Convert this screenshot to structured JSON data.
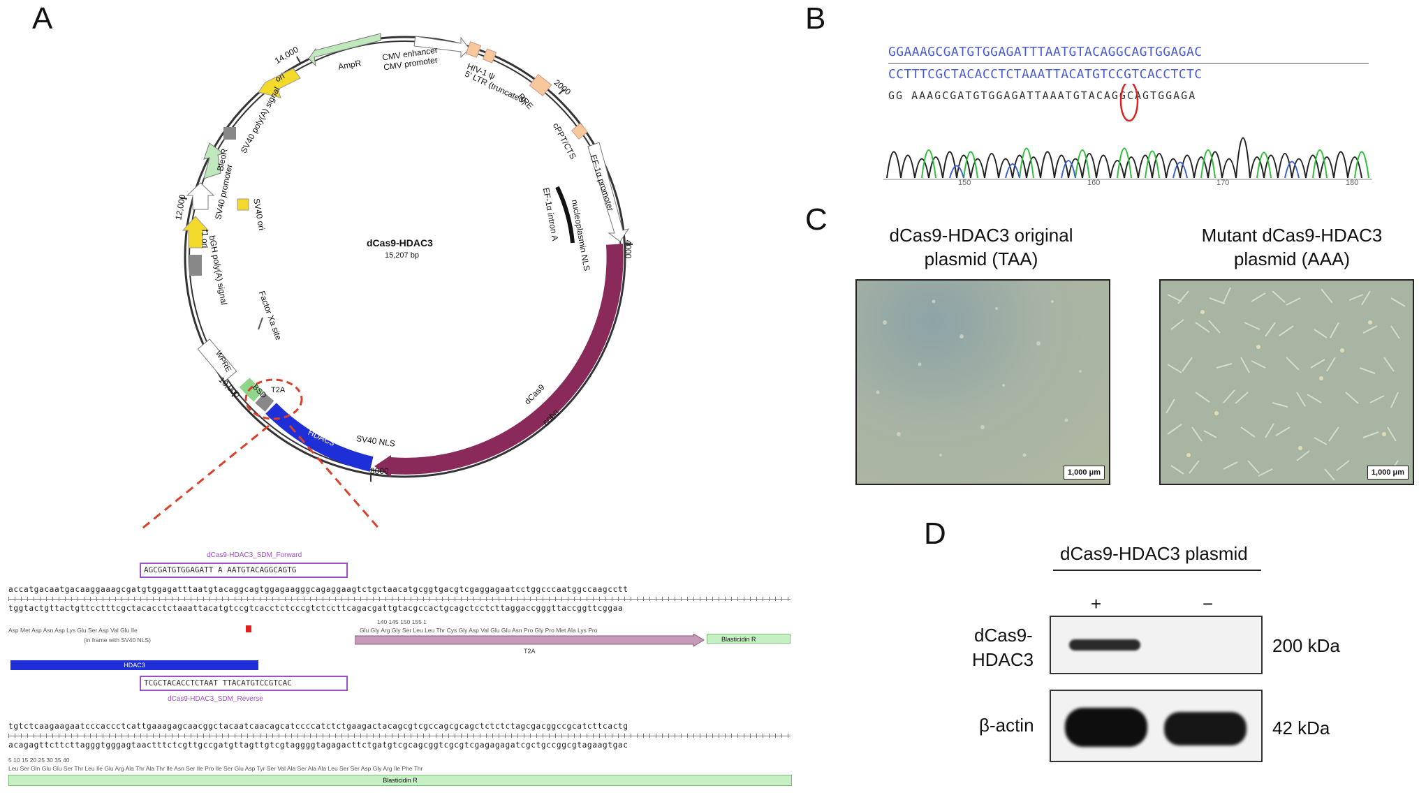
{
  "panels": {
    "a": "A",
    "b": "B",
    "c": "C",
    "d": "D"
  },
  "plasmid": {
    "name": "dCas9-HDAC3",
    "size": "15,207 bp",
    "ticks": [
      "2000",
      "4000",
      "6000",
      "8000",
      "10,000",
      "12,000",
      "14,000"
    ],
    "features": {
      "cmv": "CMV enhancer\nCMV promoter",
      "ampr": "AmpR",
      "ori1": "ori",
      "sv40pa": "SV40 poly(A) signal",
      "bleor": "BleoR",
      "sv40prom": "SV40 promoter",
      "sv40ori": "SV40 ori",
      "f1ori": "f1 ori",
      "bgh": "bGH poly(A) signal",
      "factorxa": "Factor Xa site",
      "wpre": "WPRE",
      "bsd": "BSD",
      "t2a": "T2A",
      "hdac3": "HDAC3",
      "sv40nls": "SV40 NLS",
      "dcas9": "dCas9",
      "nucleo": "nucleoplasmin NLS",
      "ef1intron": "EF-1α intron A",
      "ef1prom": "EF-1α promoter",
      "cppt": "cPPT/CTS",
      "rre": "RRE",
      "hiv": "HIV-1 ψ",
      "ltr": "5' LTR (truncated)"
    }
  },
  "zoom": {
    "forward_primer_label": "dCas9-HDAC3_SDM_Forward",
    "forward_primer_seq": "AGCGATGTGGAGATT A AATGTACAGGCAGTG",
    "reverse_primer_seq": "TCGCTACACCTCTAAT TTACATGTCCGTCAC",
    "reverse_primer_label": "dCas9-HDAC3_SDM_Reverse",
    "seq1_top": "accatgacaatgacaaggaaagcgatgtggagatttaatgtacaggcagtggagaagggcagaggaagtctgctaacatgcggtgacgtcgaggagaatcctggcccaatggccaagcctt",
    "seq1_bottom": "tggtactgttactgttcctttcgctacacctctaaattacatgtccgtcacctctcccgtctccttcagacgattgtacgccactgcagctcctcttaggaccgggttaccggttcggaa",
    "aa1_left": "Asp  Met  Asp  Asn  Asp  Lys  Glu  Ser  Asp  Val  Glu  Ile",
    "in_frame_note": "(in frame with SV40 NLS)",
    "aa1_right": "Glu  Gly  Arg  Gly  Ser  Leu  Leu  Thr  Cys  Gly  Asp  Val  Glu  Glu  Asn  Pro  Gly  Pro  Met  Ala  Lys  Pro",
    "aa1_nums": "140                    145                    150                    155           1",
    "t2a_label": "T2A",
    "blast_label_1": "Blasticidin R",
    "hdac3_label": "HDAC3",
    "seq2_top": "tgtctcaagaagaatcccaccctcattgaaagagcaacggctacaatcaacagcatccccatctctgaagactacagcgtcgccagcgcagctctctctagcgacggccgcatcttcactg",
    "seq2_bottom": "acagagttcttcttagggtgggagtaactttctcgttgccgatgttagttgtcgtaggggtagagacttctgatgtcgcagcggtcgcgtcgagagagatcgctgccggcgtagaagtgac",
    "aa2_nums": "5               10              15              20              25              30              35              40",
    "aa2": "Leu  Ser  Gln  Glu  Glu  Ser  Thr  Leu  Ile  Glu  Arg  Ala  Thr  Ala  Thr  Ile  Asn  Ser  Ile  Pro  Ile  Ser  Glu  Asp  Tyr  Ser  Val  Ala  Ser  Ala  Ala  Leu  Ser  Ser  Asp  Gly  Arg  Ile  Phe  Thr",
    "blast_label_2": "Blasticidin R"
  },
  "chromatogram": {
    "ref_top": "GGAAAGCGATGTGGAGATTTAATGTACAGGCAGTGGAGAC",
    "ref_bottom": "CCTTTCGCTACACCTCTAAATTACATGTCCGTCACCTCTC",
    "read": "GG AAAGCGATGTGGAGATTAAATGTACAGGCAGTGGAGA",
    "axis": [
      "150",
      "160",
      "170",
      "180"
    ]
  },
  "micrographs": {
    "left_title_1": "dCas9-HDAC3 original",
    "left_title_2": "plasmid (TAA)",
    "right_title_1": "Mutant dCas9-HDAC3",
    "right_title_2": "plasmid (AAA)",
    "scale": "1,000 μm"
  },
  "western": {
    "header": "dCas9-HDAC3 plasmid",
    "plus": "+",
    "minus": "−",
    "row1_label_1": "dCas9-",
    "row1_label_2": "HDAC3",
    "row1_size": "200 kDa",
    "row2_label": "β-actin",
    "row2_size": "42 kDa"
  },
  "colors": {
    "dcas9": "#8a2a5a",
    "hdac3": "#1f2fd8",
    "t2a": "#c49ab8",
    "blasticidin": "#c7efc4",
    "primer": "#9b4fc8",
    "zoom_dash": "#d9412b"
  }
}
